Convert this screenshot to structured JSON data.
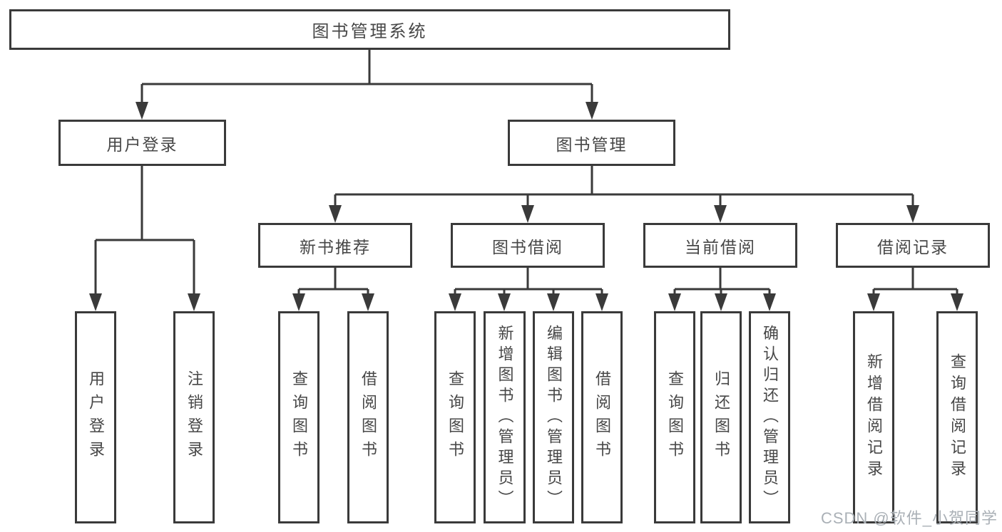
{
  "diagram": {
    "root": {
      "label": "图书管理系统"
    },
    "branches": [
      {
        "label": "用户登录",
        "children": [
          "用户登录",
          "注销登录"
        ]
      },
      {
        "label": "图书管理",
        "sections": [
          {
            "label": "新书推荐",
            "children": [
              "查询图书",
              "借阅图书"
            ]
          },
          {
            "label": "图书借阅",
            "children": [
              "查询图书",
              "新增图书（管理员）",
              "编辑图书（管理员）",
              "借阅图书"
            ]
          },
          {
            "label": "当前借阅",
            "children": [
              "查询图书",
              "归还图书",
              "确认归还（管理员）"
            ]
          },
          {
            "label": "借阅记录",
            "children": [
              "新增借阅记录",
              "查询借阅记录"
            ]
          }
        ]
      }
    ]
  },
  "watermark": "CSDN @软件_小贺同学",
  "colors": {
    "line": "#3a3a3a",
    "box_border": "#3a3a3a",
    "text": "#474747",
    "watermark": "#aab0b6",
    "background": "#ffffff"
  }
}
